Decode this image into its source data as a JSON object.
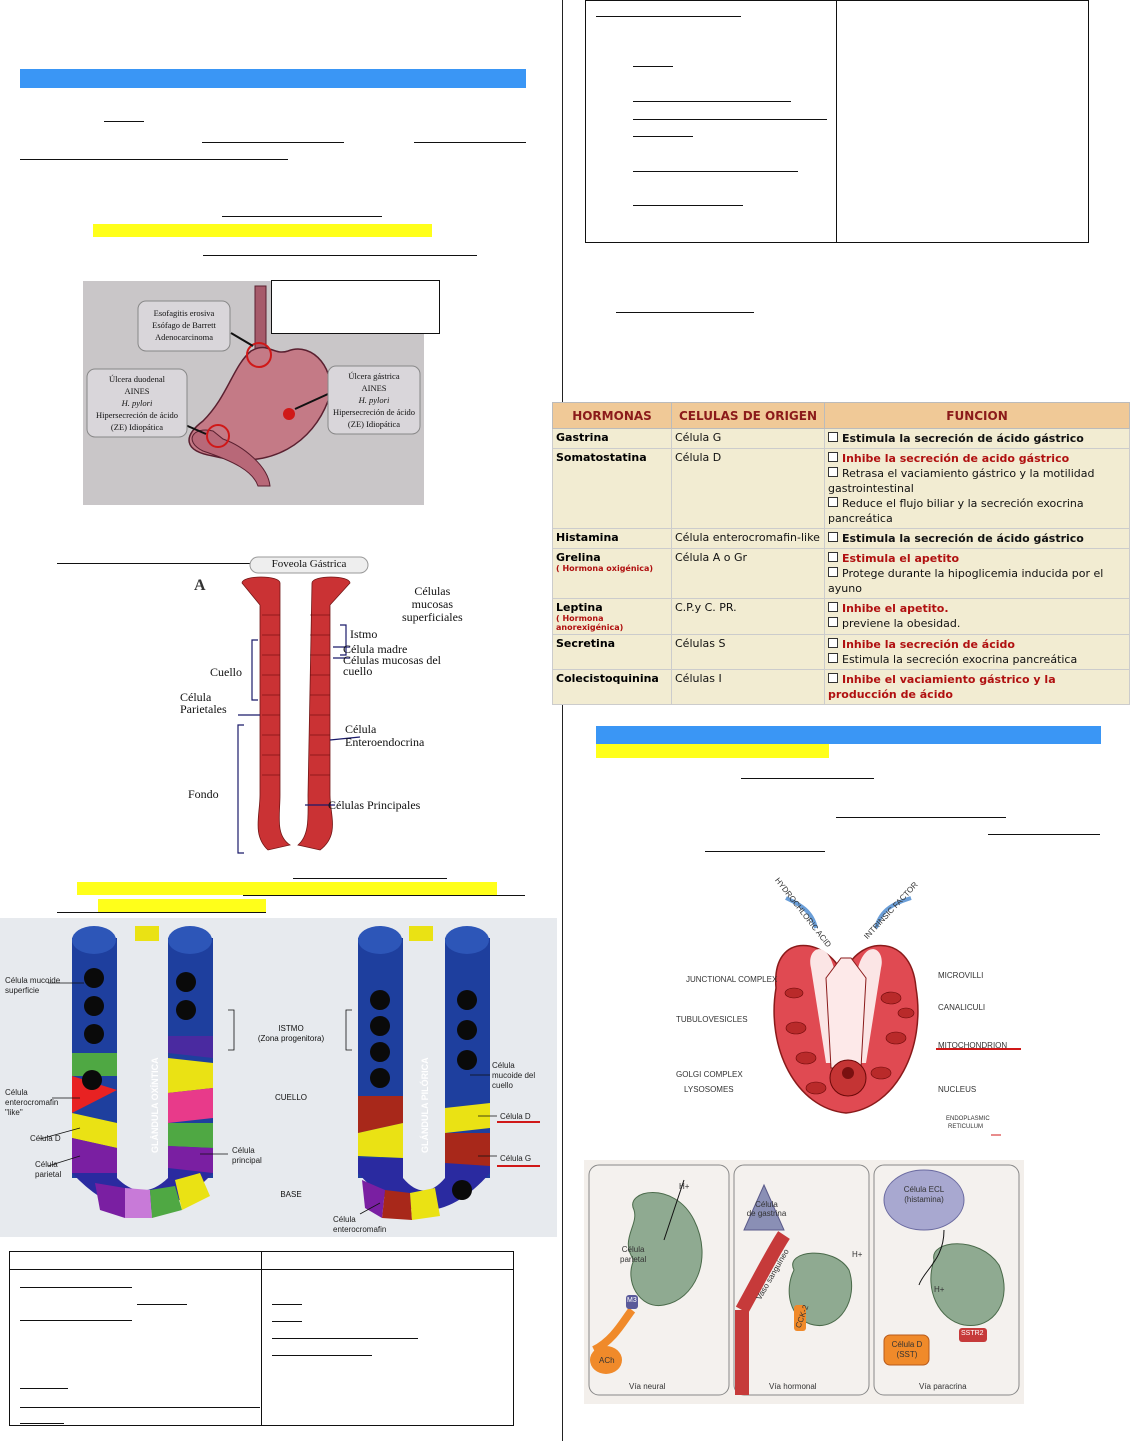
{
  "stomach_figure": {
    "box_left": [
      "Úlcera duodenal",
      "AINES",
      "H. pylori",
      "Hipersecreción de ácido",
      "(ZE) Idiopática"
    ],
    "box_top": [
      "Esofagitis erosiva",
      "Esófago de Barrett",
      "Adenocarcinoma"
    ],
    "box_right": [
      "Úlcera gástrica",
      "AINES",
      "H. pylori",
      "Hipersecreción de ácido",
      "(ZE) Idiopática"
    ]
  },
  "gland_figure": {
    "panel_letter": "A",
    "foveola": "Foveola Gástrica",
    "labels": {
      "mucosas": [
        "Células",
        "mucosas",
        "superficiales"
      ],
      "istmo": "Istmo",
      "madre": "Célula madre",
      "mucosas_cuello": [
        "Células mucosas del",
        "cuello"
      ],
      "cuello": "Cuello",
      "parietales": [
        "Célula",
        "Parietales"
      ],
      "entero": [
        "Célula",
        "Enteroendocrina"
      ],
      "fondo": "Fondo",
      "principales": "Células Principales"
    }
  },
  "glands_diagram": {
    "oxintica": "GLÁNDULA OXÍNTICA",
    "pilorica": "GLÁNDULA PILÓRICA",
    "mid_labels": {
      "istmo": [
        "ISTMO",
        "(Zona progenitora)"
      ],
      "cuello": "CUELLO",
      "base": "BASE"
    },
    "left_labels": {
      "mucoide": [
        "Célula mucoide",
        "superficie"
      ],
      "entero": [
        "Célula",
        "enterocromafin",
        "\"like\""
      ],
      "celula_d": "Célula D",
      "parietal": [
        "Célula",
        "parietal"
      ],
      "principal": [
        "Célula",
        "principal"
      ]
    },
    "right_labels": {
      "mucoide": [
        "Célula",
        "mucoide del",
        "cuello"
      ],
      "celula_d": "Célula D",
      "celula_g": "Célula G",
      "entero": [
        "Célula",
        "enterocromafin"
      ]
    }
  },
  "hormone_table": {
    "headers": [
      "HORMONAS",
      "CELULAS DE ORIGEN",
      "FUNCION"
    ],
    "rows": [
      {
        "name": "Gastrina",
        "sub": "",
        "cell": "Célula G",
        "items": [
          {
            "t": "Estimula la secreción de ácido gástrico",
            "red": false,
            "bold": true
          }
        ]
      },
      {
        "name": "Somatostatina",
        "sub": "",
        "cell": "Célula D",
        "items": [
          {
            "t": "Inhibe la secreción de acido gástrico",
            "red": true,
            "bold": true
          },
          {
            "t": "Retrasa el vaciamiento gástrico y la motilidad gastrointestinal",
            "red": false,
            "bold": false
          },
          {
            "t": "Reduce el flujo biliar y la secreción exocrina pancreática",
            "red": false,
            "bold": false
          }
        ]
      },
      {
        "name": "Histamina",
        "sub": "",
        "cell": "Célula enterocromafin-like",
        "items": [
          {
            "t": "Estimula la secreción de ácido gástrico",
            "red": false,
            "bold": true
          }
        ]
      },
      {
        "name": "Grelina",
        "sub": "( Hormona oxigénica)",
        "cell": "Célula A o Gr",
        "items": [
          {
            "t": "Estimula el apetito",
            "red": true,
            "bold": true
          },
          {
            "t": "Protege durante la hipoglicemia inducida por el ayuno",
            "red": false,
            "bold": false
          }
        ]
      },
      {
        "name": "Leptina",
        "sub": "( Hormona anorexigénica)",
        "cell": "C.P.y C. PR.",
        "items": [
          {
            "t": "Inhibe el apetito.",
            "red": true,
            "bold": true
          },
          {
            "t": "previene la obesidad.",
            "red": false,
            "bold": false
          }
        ]
      },
      {
        "name": "Secretina",
        "sub": "",
        "cell": "Células S",
        "items": [
          {
            "t": "Inhibe la secreción de ácido",
            "red": true,
            "bold": true
          },
          {
            "t": "Estimula la secreción exocrina pancreática",
            "red": false,
            "bold": false
          }
        ]
      },
      {
        "name": "Colecistoquinina",
        "sub": "",
        "cell": "Células I",
        "items": [
          {
            "t": "Inhibe el vaciamiento gástrico y la producción de ácido",
            "red": true,
            "bold": true
          }
        ]
      }
    ]
  },
  "parietal_figure": {
    "hcl": "HYDROCHLORIC ACID",
    "intrinsic": "INTRINSIC FACTOR",
    "left": [
      "JUNCTIONAL COMPLEX",
      "TUBULOVESICLES",
      "GOLGI COMPLEX",
      "LYSOSOMES"
    ],
    "right": [
      "MICROVILLI",
      "CANALICULI",
      "MITOCHONDRION",
      "NUCLEUS",
      "ENDOPLASMIC",
      "RETICULUM"
    ]
  },
  "pathway_figure": {
    "panel1": {
      "cell": [
        "Célula",
        "parietal"
      ],
      "h": "H+",
      "ach": "ACh",
      "m3": "M3",
      "caption": "Vía neural"
    },
    "panel2": {
      "cell": [
        "Célula",
        "de gastrina"
      ],
      "vessel": "Vaso sanguíneo",
      "cck": "CCK-2",
      "h": "H+",
      "caption": "Vía hormonal"
    },
    "panel3": {
      "ecl": [
        "Célula ECL",
        "(histamina)"
      ],
      "d": [
        "Célula D",
        "(SST)"
      ],
      "sstr": "SSTR2",
      "h": "H+",
      "caption": "Vía paracrina"
    }
  }
}
